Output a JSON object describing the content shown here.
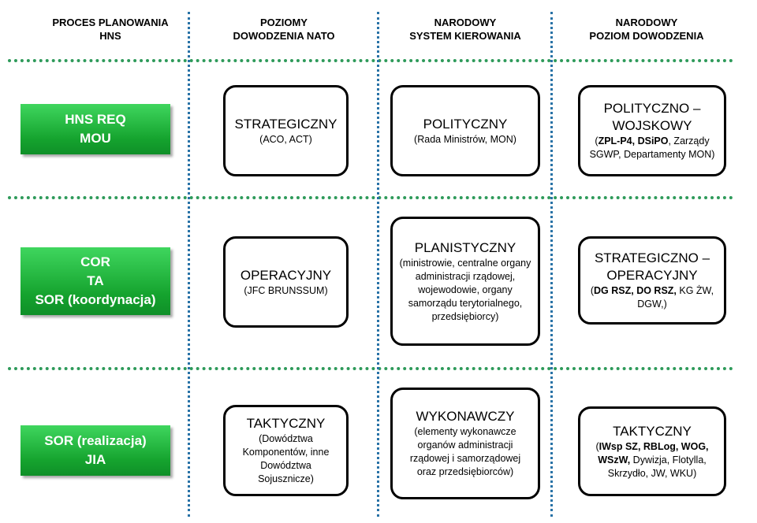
{
  "headers": [
    {
      "line1": "PROCES PLANOWANIA",
      "line2": "HNS"
    },
    {
      "line1": "POZIOMY",
      "line2": "DOWODZENIA NATO"
    },
    {
      "line1": "NARODOWY",
      "line2": "SYSTEM KIEROWANIA"
    },
    {
      "line1": "NARODOWY",
      "line2": "POZIOM DOWODZENIA"
    }
  ],
  "processes": [
    {
      "lines": [
        "HNS REQ",
        "MOU"
      ]
    },
    {
      "lines": [
        "COR",
        "TA",
        "SOR (koordynacja)"
      ]
    },
    {
      "lines": [
        "SOR (realizacja)",
        "JIA"
      ]
    }
  ],
  "nato": [
    {
      "title": "STRATEGICZNY",
      "desc": "(ACO, ACT)"
    },
    {
      "title": "OPERACYJNY",
      "desc": "(JFC BRUNSSUM)"
    },
    {
      "title": "TAKTYCZNY",
      "desc": "(Dowództwa Komponentów, inne Dowództwa Sojusznicze)"
    }
  ],
  "national_system": [
    {
      "title": "POLITYCZNY",
      "desc": "(Rada Ministrów, MON)"
    },
    {
      "title": "PLANISTYCZNY",
      "desc": "(ministrowie, centralne organy administracji rządowej, wojewodowie, organy samorządu terytorialnego, przedsiębiorcy)"
    },
    {
      "title": "WYKONAWCZY",
      "desc": "(elementy wykonawcze organów administracji rządowej i samorządowej oraz przedsiębiorców)"
    }
  ],
  "national_level": [
    {
      "title": "POLITYCZNO – WOJSKOWY",
      "bold": "ZPL-P4, DSiPO",
      "desc": ", Zarządy SGWP, Departamenty MON)"
    },
    {
      "title": "STRATEGICZNO – OPERACYJNY",
      "bold": "DG RSZ, DO RSZ,",
      "desc": " KG ŻW, DGW,)"
    },
    {
      "title": "TAKTYCZNY",
      "bold": "IWsp SZ, RBLog, WOG, WSzW,",
      "desc": " Dywizja, Flotylla, Skrzydło, JW, WKU)"
    }
  ]
}
